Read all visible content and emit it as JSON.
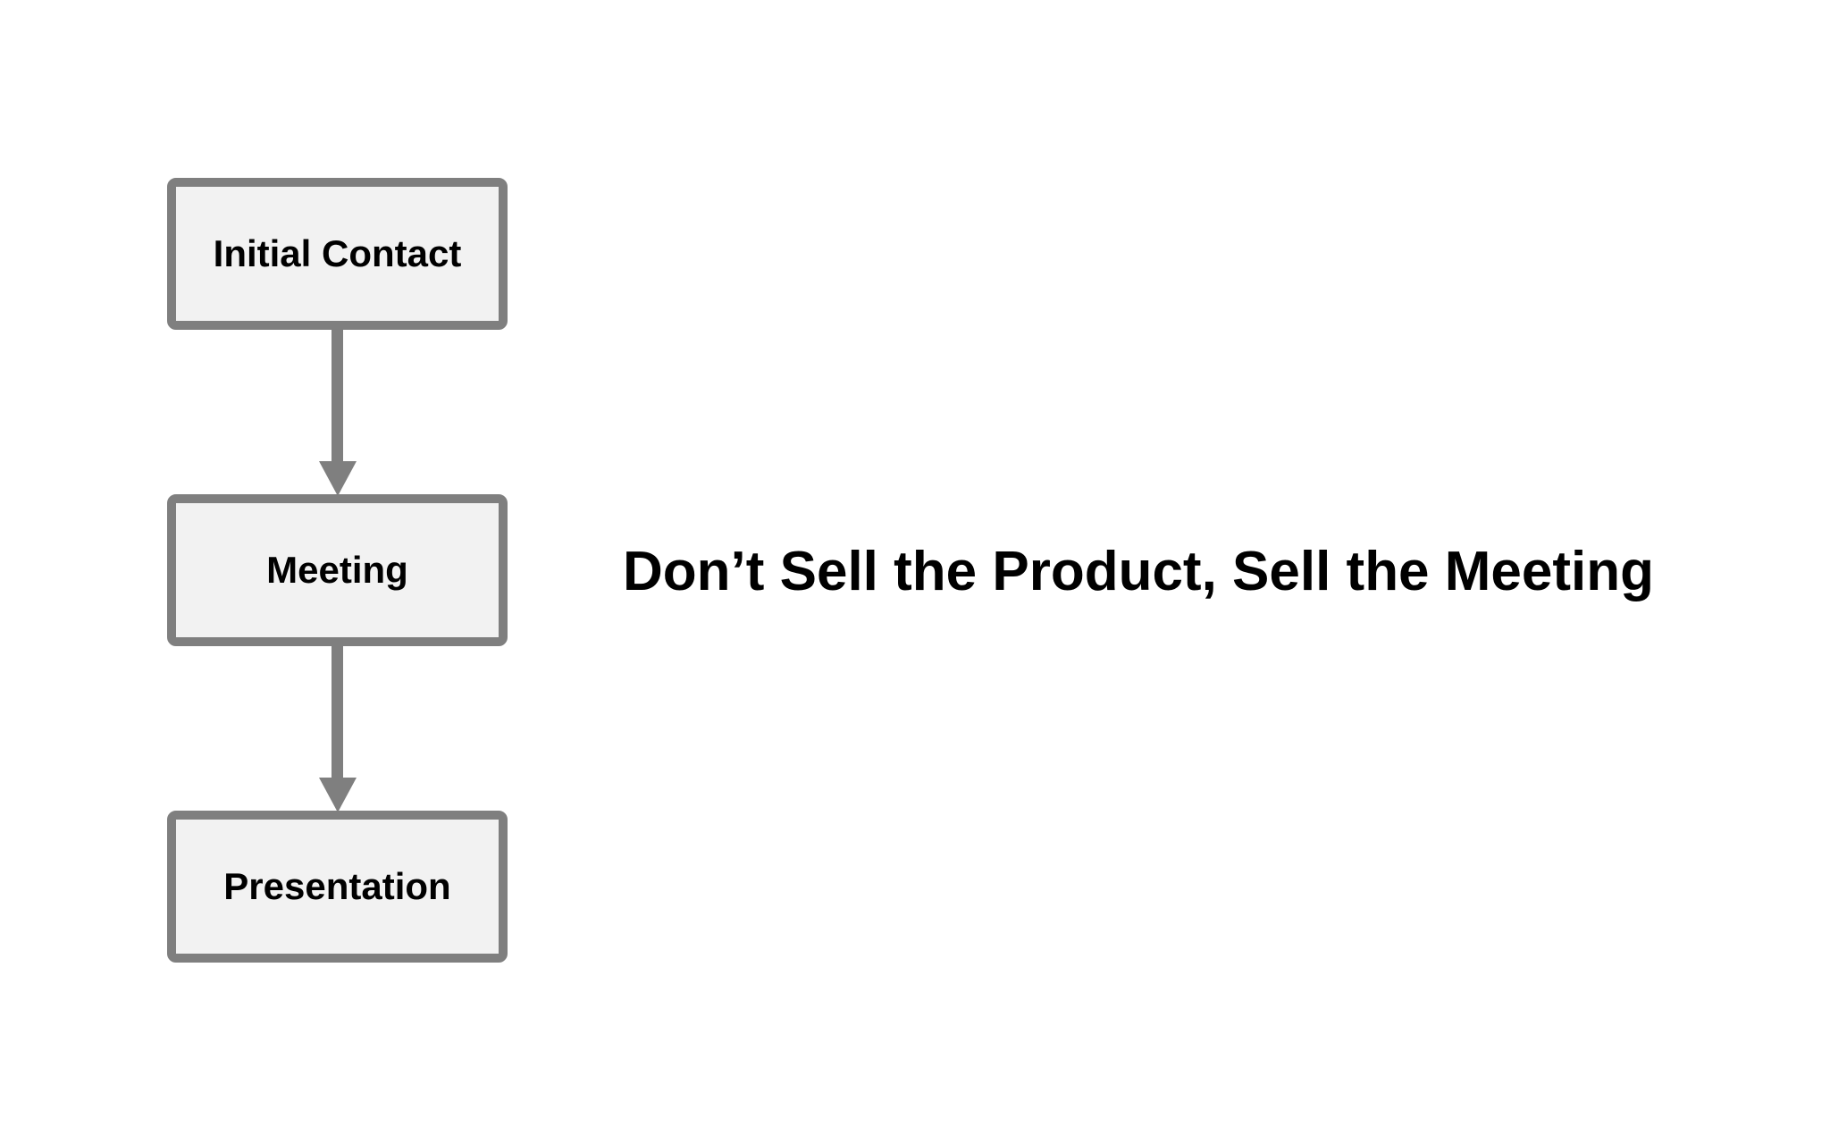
{
  "diagram": {
    "title": "Don’t Sell the Product, Sell the Meeting",
    "nodes": [
      {
        "label": "Initial Contact"
      },
      {
        "label": "Meeting"
      },
      {
        "label": "Presentation"
      }
    ],
    "connectors": [
      {
        "from": "Initial Contact",
        "to": "Meeting",
        "type": "arrow-down"
      },
      {
        "from": "Meeting",
        "to": "Presentation",
        "type": "arrow-down"
      }
    ],
    "colors": {
      "background": "#ffffff",
      "node_fill": "#f2f2f2",
      "node_border": "#7f7f7f",
      "arrow": "#7f7f7f",
      "text": "#000000",
      "title_text": "#000000"
    }
  }
}
